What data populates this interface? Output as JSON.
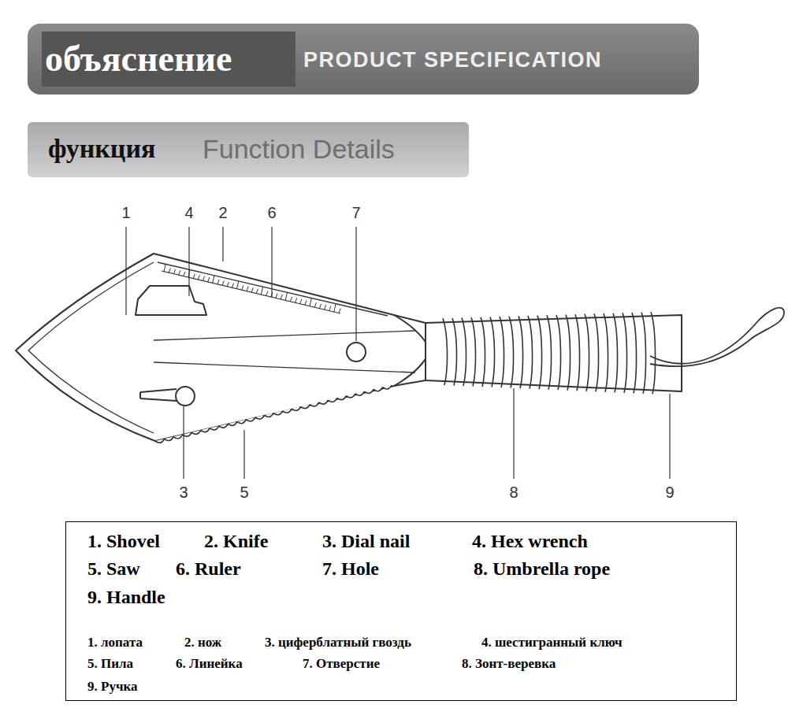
{
  "diagram": {
    "nodes": [
      {
        "text": [
          "объяснение",
          "PRODUCT SPECIFICATION"
        ]
      },
      {
        "text": [
          "функция",
          "Function Details"
        ]
      },
      {
        "text": [
          "1. Shovel",
          "2. Knife",
          "3. Dial nail",
          "4. Hex wrench",
          "5. Saw",
          "6. Ruler",
          "7. Hole",
          "8. Umbrella rope",
          "9. Handle",
          "1. лопата",
          "2. нож",
          "3. циферблатный гвоздь",
          "4. шестигранный ключ",
          "5. Пила",
          "6. Линейка",
          "7. Отверстие",
          "8. Зонт-веревка",
          "9. Ручка"
        ]
      }
    ],
    "labels": [
      "1",
      "4",
      "2",
      "6",
      "7",
      "3",
      "5",
      "8",
      "9"
    ]
  }
}
